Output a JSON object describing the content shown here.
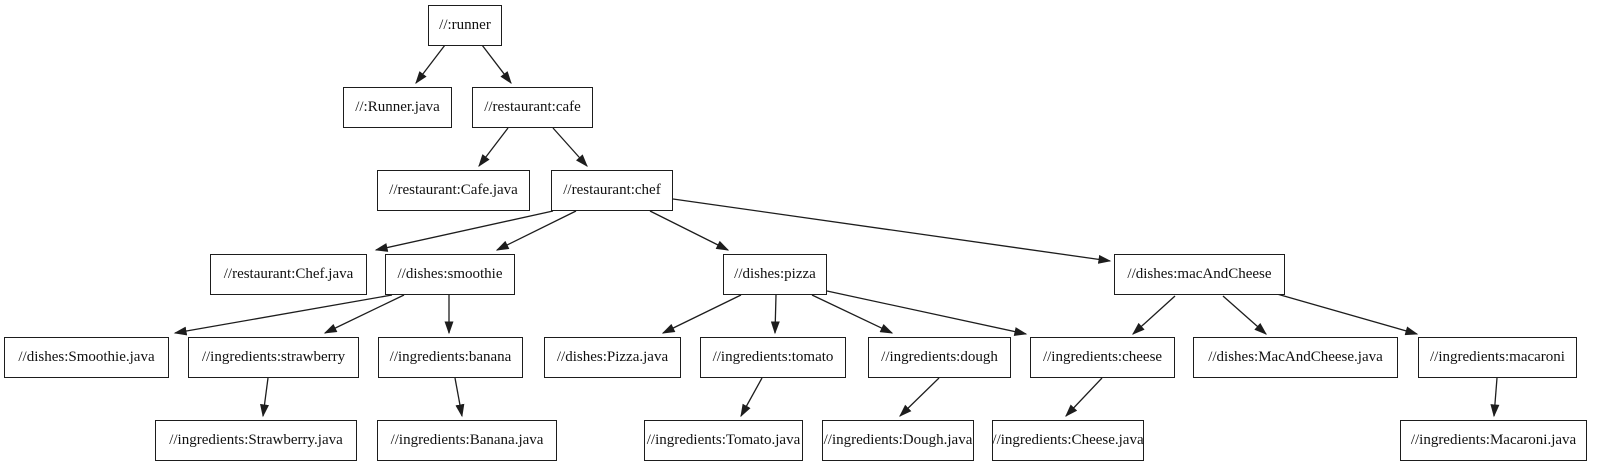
{
  "graph": {
    "type": "dependency-tree",
    "nodes": [
      {
        "id": "runner",
        "label": "//:runner"
      },
      {
        "id": "runner-java",
        "label": "//:Runner.java"
      },
      {
        "id": "cafe",
        "label": "//restaurant:cafe"
      },
      {
        "id": "cafe-java",
        "label": "//restaurant:Cafe.java"
      },
      {
        "id": "chef",
        "label": "//restaurant:chef"
      },
      {
        "id": "chef-java",
        "label": "//restaurant:Chef.java"
      },
      {
        "id": "smoothie",
        "label": "//dishes:smoothie"
      },
      {
        "id": "pizza",
        "label": "//dishes:pizza"
      },
      {
        "id": "mac-and-cheese",
        "label": "//dishes:macAndCheese"
      },
      {
        "id": "smoothie-java",
        "label": "//dishes:Smoothie.java"
      },
      {
        "id": "strawberry",
        "label": "//ingredients:strawberry"
      },
      {
        "id": "banana",
        "label": "//ingredients:banana"
      },
      {
        "id": "pizza-java",
        "label": "//dishes:Pizza.java"
      },
      {
        "id": "tomato",
        "label": "//ingredients:tomato"
      },
      {
        "id": "dough",
        "label": "//ingredients:dough"
      },
      {
        "id": "cheese",
        "label": "//ingredients:cheese"
      },
      {
        "id": "mac-and-cheese-java",
        "label": "//dishes:MacAndCheese.java"
      },
      {
        "id": "macaroni",
        "label": "//ingredients:macaroni"
      },
      {
        "id": "strawberry-java",
        "label": "//ingredients:Strawberry.java"
      },
      {
        "id": "banana-java",
        "label": "//ingredients:Banana.java"
      },
      {
        "id": "tomato-java",
        "label": "//ingredients:Tomato.java"
      },
      {
        "id": "dough-java",
        "label": "//ingredients:Dough.java"
      },
      {
        "id": "cheese-java",
        "label": "//ingredients:Cheese.java"
      },
      {
        "id": "macaroni-java",
        "label": "//ingredients:Macaroni.java"
      }
    ],
    "edges": [
      {
        "from": "runner",
        "to": "runner-java"
      },
      {
        "from": "runner",
        "to": "cafe"
      },
      {
        "from": "cafe",
        "to": "cafe-java"
      },
      {
        "from": "cafe",
        "to": "chef"
      },
      {
        "from": "chef",
        "to": "chef-java"
      },
      {
        "from": "chef",
        "to": "smoothie"
      },
      {
        "from": "chef",
        "to": "pizza"
      },
      {
        "from": "chef",
        "to": "mac-and-cheese"
      },
      {
        "from": "smoothie",
        "to": "smoothie-java"
      },
      {
        "from": "smoothie",
        "to": "strawberry"
      },
      {
        "from": "smoothie",
        "to": "banana"
      },
      {
        "from": "pizza",
        "to": "pizza-java"
      },
      {
        "from": "pizza",
        "to": "tomato"
      },
      {
        "from": "pizza",
        "to": "dough"
      },
      {
        "from": "pizza",
        "to": "cheese"
      },
      {
        "from": "mac-and-cheese",
        "to": "cheese"
      },
      {
        "from": "mac-and-cheese",
        "to": "mac-and-cheese-java"
      },
      {
        "from": "mac-and-cheese",
        "to": "macaroni"
      },
      {
        "from": "strawberry",
        "to": "strawberry-java"
      },
      {
        "from": "banana",
        "to": "banana-java"
      },
      {
        "from": "tomato",
        "to": "tomato-java"
      },
      {
        "from": "dough",
        "to": "dough-java"
      },
      {
        "from": "cheese",
        "to": "cheese-java"
      },
      {
        "from": "macaroni",
        "to": "macaroni-java"
      }
    ]
  },
  "colors": {
    "background": "#ffffff",
    "node_fill": "#ffffff",
    "node_border": "#1d1d1d",
    "edge": "#1d1d1d",
    "text": "#111111"
  }
}
